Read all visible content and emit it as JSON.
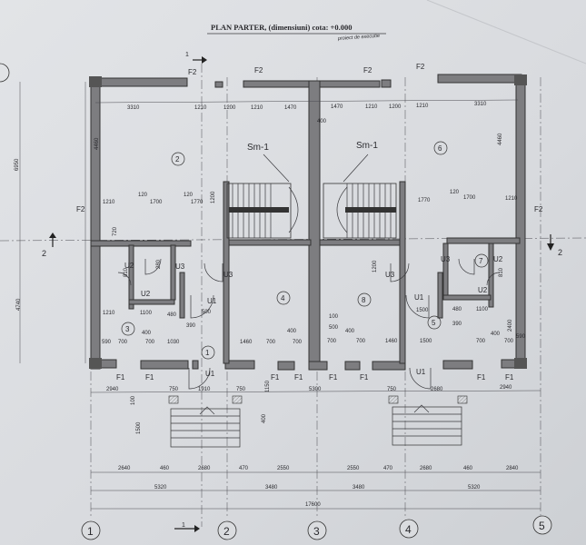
{
  "header": {
    "title": "PLAN PARTER, (dimensiuni) cota: +0.000",
    "subtitle": "proiect de executie"
  },
  "section_marks": {
    "top_1": "1",
    "bottom_1": "1",
    "left_2": "2",
    "right_2": "2"
  },
  "labels": {
    "window_f2": "F2",
    "window_f1": "F1",
    "stair": "Sm-1",
    "door_u1": "U1",
    "door_u2": "U2",
    "door_u3": "U3"
  },
  "rooms": [
    "1",
    "2",
    "3",
    "4",
    "5",
    "6",
    "7",
    "8"
  ],
  "top_dims": [
    "3310",
    "1210",
    "1200",
    "1210",
    "1470",
    "400",
    "1470",
    "1210",
    "1200",
    "1210",
    "3310"
  ],
  "side_dims": {
    "left_upper": "4460",
    "left_lower": "4740",
    "left_outer": "6950",
    "right_upper": "4460"
  },
  "interior_dims": {
    "row_1210": "1210",
    "row_120": "120",
    "row_1700": "1700",
    "row_1770": "1770",
    "d1100": "1100",
    "d480": "480",
    "d390": "390",
    "d500": "500",
    "d1030": "1030",
    "d590": "590",
    "d700": "700",
    "d400": "400",
    "d1460": "1460",
    "d1500": "1500",
    "d810": "810",
    "d2400": "2400",
    "d100": "100",
    "d1200": "1200",
    "d720": "720",
    "d280": "280"
  },
  "front_dims": [
    "2940",
    "750",
    "1910",
    "750",
    "1150",
    "5300",
    "750",
    "2680",
    "2940"
  ],
  "bottom_dims_row1": [
    "2640",
    "460",
    "2680",
    "470",
    "2550",
    "2550",
    "470",
    "2680",
    "460",
    "2840"
  ],
  "bottom_dims_row2": [
    "5320",
    "3480",
    "3480",
    "5320"
  ],
  "overall": "17600",
  "axes": [
    "1",
    "2",
    "3",
    "4",
    "5"
  ],
  "misc": {
    "d1500v": "1500",
    "d400v": "400",
    "d100v": "100"
  }
}
